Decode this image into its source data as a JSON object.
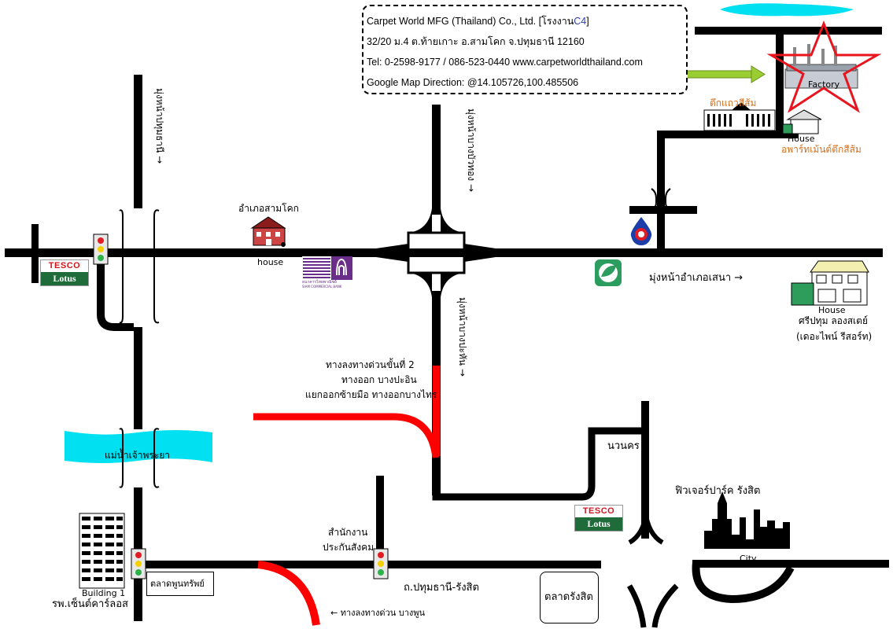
{
  "company": {
    "name_line": "Carpet World MFG (Thailand) Co., Ltd. [โรงงาน",
    "name_suffix": "C4",
    "name_close": "]",
    "address": "32/20 ม.4 ต.ท้ายเกาะ อ.สามโคก จ.ปทุมธานี 12160",
    "contact": "Tel: 0-2598-9177 / 086-523-0440 www.carpetworldthailand.com",
    "google_map": "Google Map Direction: @14.105726,100.485506"
  },
  "labels": {
    "factory": "Factory",
    "orange_building": "ตึกแถวสีส้ม",
    "house_top": "House",
    "apartment": "อพาร์ทเม้นต์ตึกสีส้ม",
    "samkhok_district": "อำเภอสามโคก",
    "house_mid": "house",
    "bank_name": "ธนาคารไทยพาณิชย์",
    "bank_sub": "SIAM COMMERCIAL BANK",
    "to_sena": "มุ่งหน้าอำเภอเสนา →",
    "house_right": "House",
    "resort_1": "ศรีปทุม ลองสเตย์",
    "resort_2": "(เดอะไพน์ รีสอร์ท)",
    "to_pathum_left": "มุ่งหน้าปทุมธานี →",
    "to_bangbuathong": "มุ่งหน้าบางบัวทอง →",
    "to_bangpahan": "มุ่งหน้าบางปะหัน →",
    "expressway_1": "ทางลงทางด่วนขั้นที่ 2",
    "expressway_2": "ทางออก บางปะอิน",
    "expressway_3": "แยกออกซ้ายมือ ทางออกบางไทร",
    "river": "แม่น้ำเจ้าพระยา",
    "nawanakorn": "นวนคร",
    "future_park": "ฟิวเจอร์ปาร์ค รังสิต",
    "city": "City",
    "insurance_1": "สำนักงาน",
    "insurance_2": "ประกันสังคม",
    "building": "Building 1",
    "hospital": "รพ.เซ็นต์คาร์ลอส",
    "poonsap_market": "ตลาดพูนทรัพย์",
    "road_rangsit": "ถ.ปทุมธานี-รังสิต",
    "exp_bangpoon": "← ทางลงทางด่วน บางพูน",
    "rangsit_market": "ตลาดรังสิต",
    "tesco_top": "TESCO",
    "tesco_bottom": "Lotus"
  },
  "colors": {
    "road": "#000000",
    "expressway": "#ff0000",
    "river": "#00e0f0",
    "star": "#e8141e",
    "arrow": "#9acd32",
    "bank_purple": "#6b2d8a",
    "orange_text": "#d4701c",
    "tesco_green": "#1f6b3a",
    "tesco_red": "#d2161e"
  },
  "icons": [
    "traffic-light-icon",
    "ptt-gas-station-icon",
    "bangchak-gas-station-icon",
    "star-marker-icon",
    "factory-icon",
    "house-icon",
    "building-icon",
    "city-skyline-icon",
    "bank-logo-icon",
    "direction-arrow-icon"
  ]
}
